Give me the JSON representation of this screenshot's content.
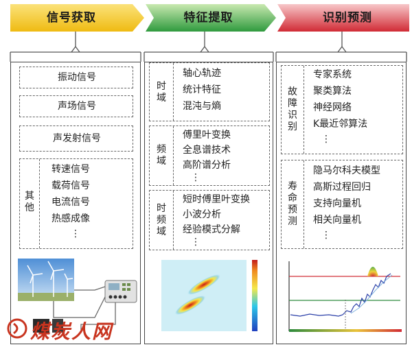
{
  "banners": [
    {
      "label": "信号获取",
      "color": "#f2c322"
    },
    {
      "label": "特征提取",
      "color": "#3ba34a"
    },
    {
      "label": "识别预测",
      "color": "#d9393f"
    }
  ],
  "acquisition": {
    "signals": [
      "振动信号",
      "声场信号",
      "声发射信号"
    ],
    "other_label": "其他",
    "other_items": [
      "转速信号",
      "载荷信号",
      "电流信号",
      "热感成像",
      "⋮"
    ]
  },
  "features": {
    "groups": [
      {
        "label": "时域",
        "items": [
          "轴心轨迹",
          "统计特征",
          "混沌与熵"
        ]
      },
      {
        "label": "频域",
        "items": [
          "傅里叶变换",
          "全息谱技术",
          "高阶谱分析",
          "⋮"
        ]
      },
      {
        "label": "时频域",
        "items": [
          "短时傅里叶变换",
          "小波分析",
          "经验模式分解",
          "⋮"
        ]
      }
    ]
  },
  "recognition": {
    "groups": [
      {
        "label": "故障识别",
        "items": [
          "专家系统",
          "聚类算法",
          "神经网络",
          "K最近邻算法",
          "⋮"
        ]
      },
      {
        "label": "寿命预测",
        "items": [
          "隐马尔科夫模型",
          "高斯过程回归",
          "支持向量机",
          "相关向量机",
          "⋮"
        ]
      }
    ]
  },
  "watermark": "煤炭人网"
}
